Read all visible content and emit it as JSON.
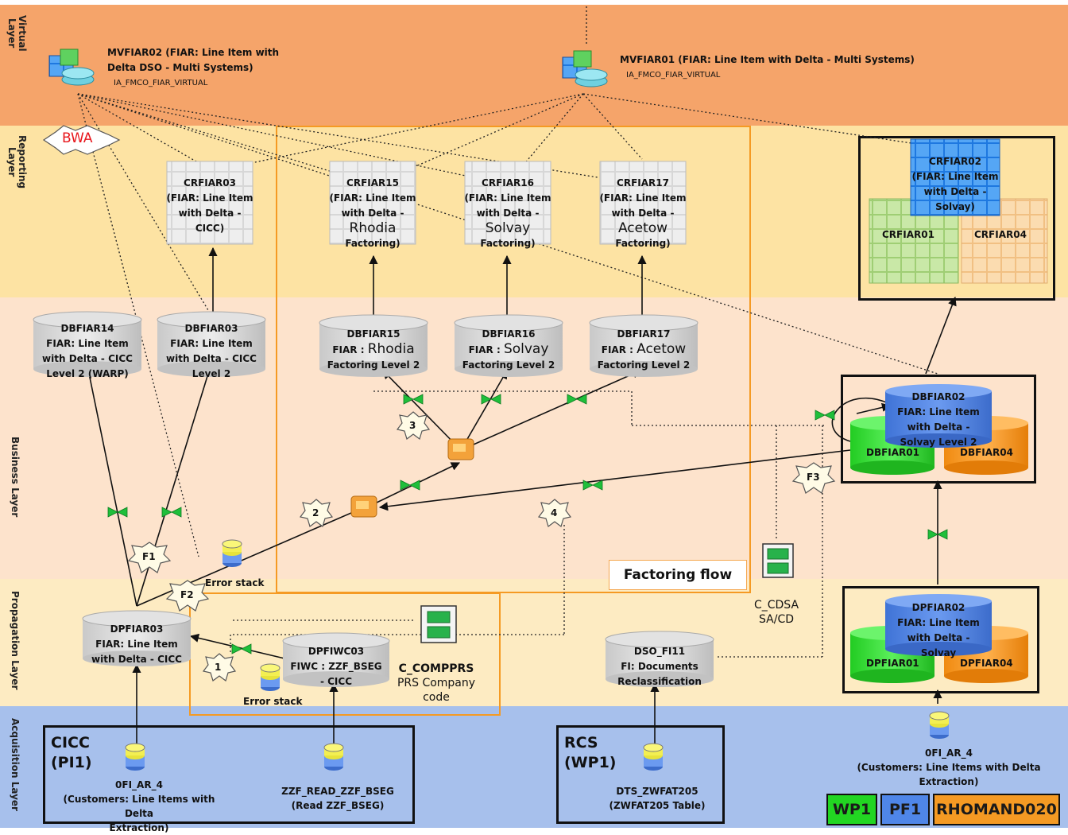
{
  "layers": {
    "virtual": "Virtual\nLayer",
    "reporting": "Reporting\nLayer",
    "business": "Business Layer",
    "propagation": "Propagation Layer",
    "acquisition": "Acquisition Layer"
  },
  "colors": {
    "virtual": "#f5a46a",
    "reporting": "#fde3a3",
    "business": "#fde3cc",
    "propagation": "#fdebc2",
    "acquisition": "#a7c0ec",
    "flow_box": "#f59a23",
    "bowtie": "#1fbf3a"
  },
  "multiproviders": {
    "mv02": {
      "title_1": "MVFIAR02 (FIAR: Line Item with",
      "title_2": "Delta DSO - Multi Systems)",
      "tech": "IA_FMCO_FIAR_VIRTUAL"
    },
    "mv01": {
      "title": "MVFIAR01 (FIAR: Line Item with Delta - Multi Systems)",
      "tech": "IA_FMCO_FIAR_VIRTUAL"
    }
  },
  "bwa": "BWA",
  "cubes": {
    "crfiar03": {
      "l1": "CRFIAR03",
      "l2": "(FIAR: Line Item",
      "l3": "with Delta -",
      "l4": "CICC)"
    },
    "crfiar15": {
      "l1": "CRFIAR15",
      "l2": "(FIAR: Line Item",
      "l3": "with Delta -",
      "l4": "Rhodia",
      "l5": "Factoring)"
    },
    "crfiar16": {
      "l1": "CRFIAR16",
      "l2": "(FIAR: Line Item",
      "l3": "with Delta -",
      "l4": "Solvay",
      "l5": "Factoring)"
    },
    "crfiar17": {
      "l1": "CRFIAR17",
      "l2": "(FIAR: Line Item",
      "l3": "with Delta -",
      "l4": "Acetow",
      "l5": "Factoring)"
    },
    "crfiar02": {
      "l1": "CRFIAR02",
      "l2": "(FIAR: Line Item",
      "l3": "with Delta -",
      "l4": "Solvay)"
    },
    "crfiar01": "CRFIAR01",
    "crfiar04": "CRFIAR04"
  },
  "dsos": {
    "dbfiar14": {
      "l1": "DBFIAR14",
      "l2": "FIAR: Line Item",
      "l3": "with Delta - CICC",
      "l4": "Level 2 (WARP)"
    },
    "dbfiar03": {
      "l1": "DBFIAR03",
      "l2": "FIAR: Line Item",
      "l3": "with Delta - CICC",
      "l4": "Level 2"
    },
    "dbfiar15": {
      "l1": "DBFIAR15",
      "l2a": "FIAR : ",
      "l2b": "Rhodia",
      "l3": "Factoring Level 2"
    },
    "dbfiar16": {
      "l1": "DBFIAR16",
      "l2a": "FIAR : ",
      "l2b": "Solvay",
      "l3": "Factoring Level 2"
    },
    "dbfiar17": {
      "l1": "DBFIAR17",
      "l2a": "FIAR : ",
      "l2b": "Acetow",
      "l3": "Factoring Level 2"
    },
    "dbfiar02": {
      "l1": "DBFIAR02",
      "l2": "FIAR: Line Item",
      "l3": "with Delta -",
      "l4": "Solvay Level 2"
    },
    "dbfiar01": "DBFIAR01",
    "dbfiar04": "DBFIAR04",
    "dpfiar03": {
      "l1": "DPFIAR03",
      "l2": "FIAR: Line Item",
      "l3": "with Delta - CICC"
    },
    "dpfiwc03": {
      "l1": "DPFIWC03",
      "l2": "FIWC : ZZF_BSEG",
      "l3": "- CICC"
    },
    "dso_fi11": {
      "l1": "DSO_FI11",
      "l2": "FI: Documents",
      "l3": "Reclassification"
    },
    "dpfiar02": {
      "l1": "DPFIAR02",
      "l2": "FIAR: Line Item",
      "l3": "with Delta -",
      "l4": "Solvay"
    },
    "dpfiar01": "DPFIAR01",
    "dpfiar04": "DPFIAR04"
  },
  "steps": [
    "1",
    "2",
    "3",
    "4"
  ],
  "flow_labels": [
    "F1",
    "F2",
    "F3"
  ],
  "error_stack": "Error stack",
  "factoring_flow": "Factoring flow",
  "c_cdsa": {
    "l1": "C_CDSA",
    "l2": "SA/CD"
  },
  "c_compprs": {
    "l1": "C_COMPPRS",
    "l2": "PRS Company",
    "l3": "code"
  },
  "systems": {
    "cicc": {
      "l1": "CICC",
      "l2": "(PI1)"
    },
    "rcs": {
      "l1": "RCS",
      "l2": "(WP1)"
    }
  },
  "sources": {
    "ofi_ar_4_cicc": {
      "l1": "0FI_AR_4",
      "l2": "(Customers: Line Items with Delta",
      "l3": "Extraction)"
    },
    "zzf_read": {
      "l1": "ZZF_READ_ZZF_BSEG",
      "l2": "(Read ZZF_BSEG)"
    },
    "dts_zwfat205": {
      "l1": "DTS_ZWFAT205",
      "l2": "(ZWFAT205 Table)"
    },
    "ofi_ar_4_right": {
      "l1": "0FI_AR_4",
      "l2": "(Customers: Line Items with Delta",
      "l3": "Extraction)"
    }
  },
  "legend": [
    {
      "label": "WP1",
      "color": "#22d622"
    },
    {
      "label": "PF1",
      "color": "#4f86e8"
    },
    {
      "label": "RHOMAND020",
      "color": "#f59a23"
    }
  ]
}
